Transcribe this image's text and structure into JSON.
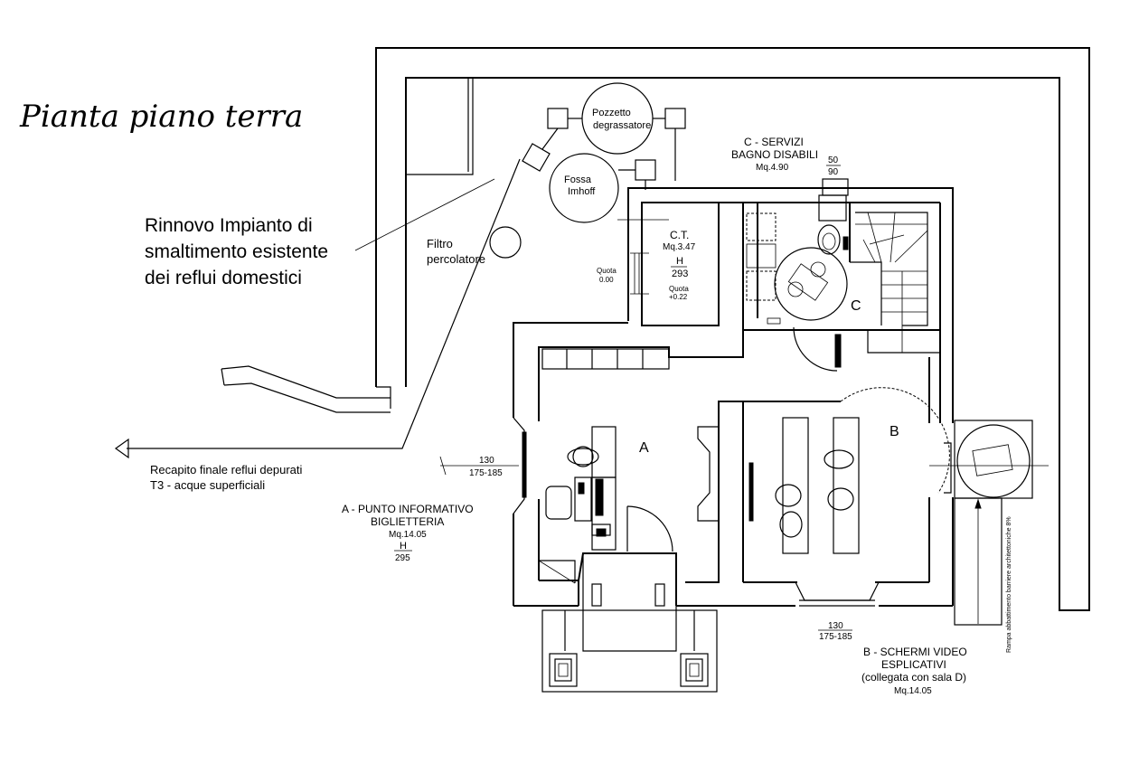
{
  "title": "Pianta piano terra",
  "annotation": [
    "Rinnovo Impianto di",
    "smaltimento esistente",
    "dei reflui domestici"
  ],
  "outlet": [
    "Recapito finale reflui depurati",
    "T3 - acque superficiali"
  ],
  "system": {
    "pozzetto": [
      "Pozzetto",
      "degrassatore"
    ],
    "fossa": [
      "Fossa",
      "Imhoff"
    ],
    "filtro": [
      "Filtro",
      "percolatore"
    ]
  },
  "rooms": {
    "ct": {
      "name": "C.T.",
      "area": "Mq.3.47",
      "h_label": "H",
      "h_value": "293",
      "quota_in_label": "Quota",
      "quota_in_value": "+0.22"
    },
    "quota_out": {
      "label": "Quota",
      "value": "0.00"
    },
    "c": {
      "name": [
        "C - SERVIZI",
        "BAGNO DISABILI"
      ],
      "area": "Mq.4.90",
      "letter": "C",
      "door_top": "50",
      "door_bottom": "90"
    },
    "a": {
      "letter": "A",
      "name": [
        "A - PUNTO INFORMATIVO",
        "BIGLIETTERIA"
      ],
      "area": "Mq.14.05",
      "h_label": "H",
      "h_value": "295"
    },
    "b": {
      "letter": "B",
      "name": [
        "B - SCHERMI VIDEO",
        "ESPLICATIVI"
      ],
      "note": "(collegata con sala D)",
      "area": "Mq.14.05"
    }
  },
  "windows": {
    "west": {
      "width": "130",
      "height": "175-185"
    },
    "south": {
      "width": "130",
      "height": "175-185"
    }
  },
  "ramp_label": "Rampa abbattimento barriere architettoniche 8%"
}
